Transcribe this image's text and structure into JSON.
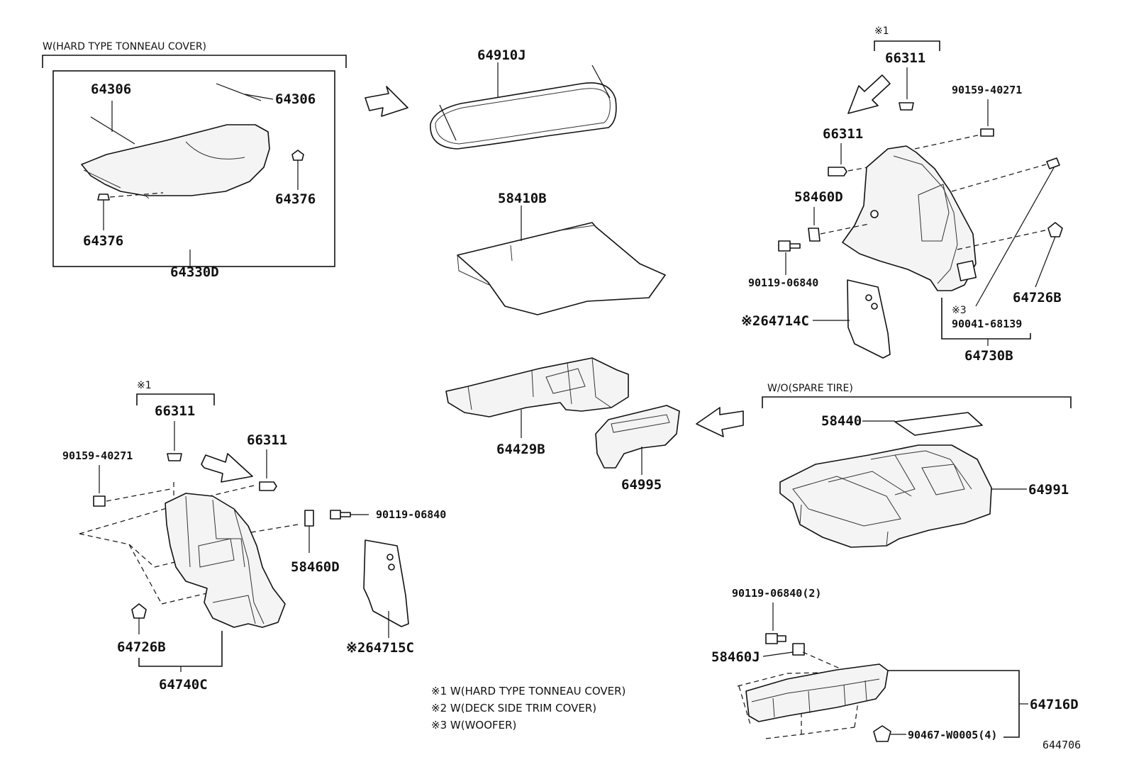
{
  "groups": {
    "tonneau": "W(HARD TYPE TONNEAU COVER)",
    "spare": "W/O(SPARE TIRE)",
    "mark1_left": "※1",
    "mark1_right": "※1"
  },
  "labels": {
    "p64306_a": "64306",
    "p64306_b": "64306",
    "p64376_a": "64376",
    "p64376_b": "64376",
    "p64330D": "64330D",
    "p64910J": "64910J",
    "p58410B": "58410B",
    "p64429B": "64429B",
    "p64995": "64995",
    "r66311_a": "66311",
    "r66311_b": "66311",
    "r90159": "90159-40271",
    "r58460D": "58460D",
    "r90119": "90119-06840",
    "r64726B": "64726B",
    "r64714C": "※264714C",
    "r90041": "90041-68139",
    "r90041_mark": "※3",
    "r64730B": "64730B",
    "l66311_a": "66311",
    "l66311_b": "66311",
    "l90159": "90159-40271",
    "l90119": "90119-06840",
    "l58460D": "58460D",
    "l64726B": "64726B",
    "l64740C": "64740C",
    "l64715C": "※264715C",
    "s58440": "58440",
    "s64991": "64991",
    "s90119": "90119-06840(2)",
    "s58460J": "58460J",
    "s64716D": "64716D",
    "s90467": "90467-W0005(4)"
  },
  "notes": [
    "※1 W(HARD TYPE TONNEAU COVER)",
    "※2 W(DECK SIDE TRIM COVER)",
    "※3 W(WOOFER)"
  ],
  "diagram_ref": "644706"
}
